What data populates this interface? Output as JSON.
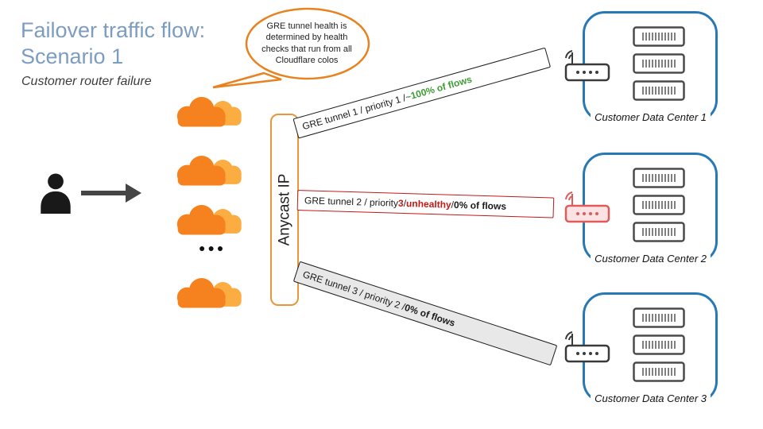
{
  "title": {
    "line1": "Failover traffic flow:",
    "line2": "Scenario 1",
    "subtitle": "Customer router failure"
  },
  "callout": {
    "text": "GRE tunnel health is determined by health checks that run from all Cloudflare colos"
  },
  "source": {
    "ellipsis": "●●●"
  },
  "anycast": {
    "label": "Anycast IP"
  },
  "tunnels": [
    {
      "name": "GRE tunnel 1",
      "status": "healthy",
      "segments": [
        {
          "text": "GRE tunnel 1 / priority 1 / "
        },
        {
          "text": "~100% of flows"
        }
      ]
    },
    {
      "name": "GRE tunnel 2",
      "status": "unhealthy",
      "segments": [
        {
          "text": "GRE tunnel 2 / priority "
        },
        {
          "text": "3"
        },
        {
          "text": " / "
        },
        {
          "text": "unhealthy"
        },
        {
          "text": " / "
        },
        {
          "text": "0% of flows"
        }
      ]
    },
    {
      "name": "GRE tunnel 3",
      "status": "standby",
      "segments": [
        {
          "text": "GRE tunnel 3 / priority 2 / "
        },
        {
          "text": "0% of flows"
        }
      ]
    }
  ],
  "datacenters": [
    {
      "label": "Customer Data Center 1",
      "router_status": "healthy"
    },
    {
      "label": "Customer Data Center 2",
      "router_status": "failed"
    },
    {
      "label": "Customer Data Center 3",
      "router_status": "healthy"
    }
  ],
  "colors": {
    "cloudflare_orange": "#f6821f",
    "cloudflare_light_orange": "#fbad41",
    "healthy_green": "#3f9c35",
    "unhealthy_red": "#c11a18",
    "datacenter_blue": "#2679b5",
    "callout_orange": "#e8821f",
    "title_blue": "#7d9cc2",
    "tunnel_standby_gray": "#e8e8e8"
  }
}
